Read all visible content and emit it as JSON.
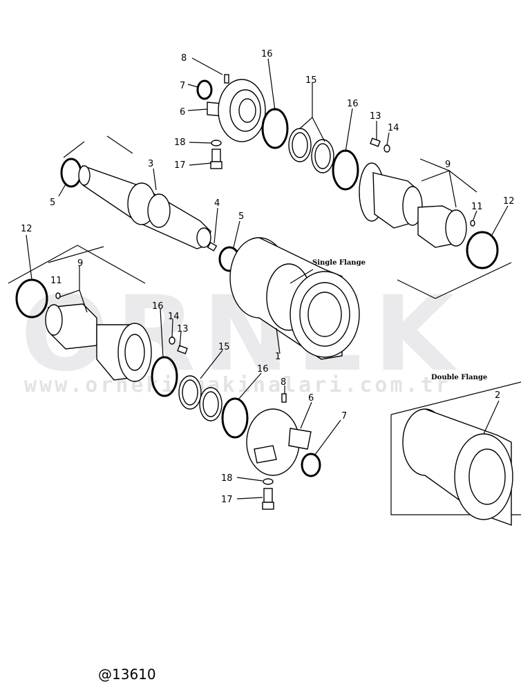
{
  "callouts": {
    "c8a": "8",
    "c7a": "7",
    "c6a": "6",
    "c16a": "16",
    "c15a": "15",
    "c16b": "16",
    "c18a": "18",
    "c17a": "17",
    "c13a": "13",
    "c14a": "14",
    "c9a": "9",
    "c11a": "11",
    "c12a": "12",
    "c3": "3",
    "c5a": "5",
    "c4": "4",
    "c5b": "5",
    "c12b": "12",
    "c11b": "11",
    "c9b": "9",
    "c16c": "16",
    "c14b": "14",
    "c13b": "13",
    "c15b": "15",
    "c16d": "16",
    "c8b": "8",
    "c6b": "6",
    "c7b": "7",
    "c18b": "18",
    "c17b": "17",
    "c1": "1",
    "c2": "2"
  },
  "captions": {
    "single_flange": "Single Flange",
    "double_flange": "Double Flange"
  },
  "watermark": {
    "brand": "ORNEK",
    "url": "www.ornekismakinalari.com.tr"
  },
  "footer_code": "@13610"
}
